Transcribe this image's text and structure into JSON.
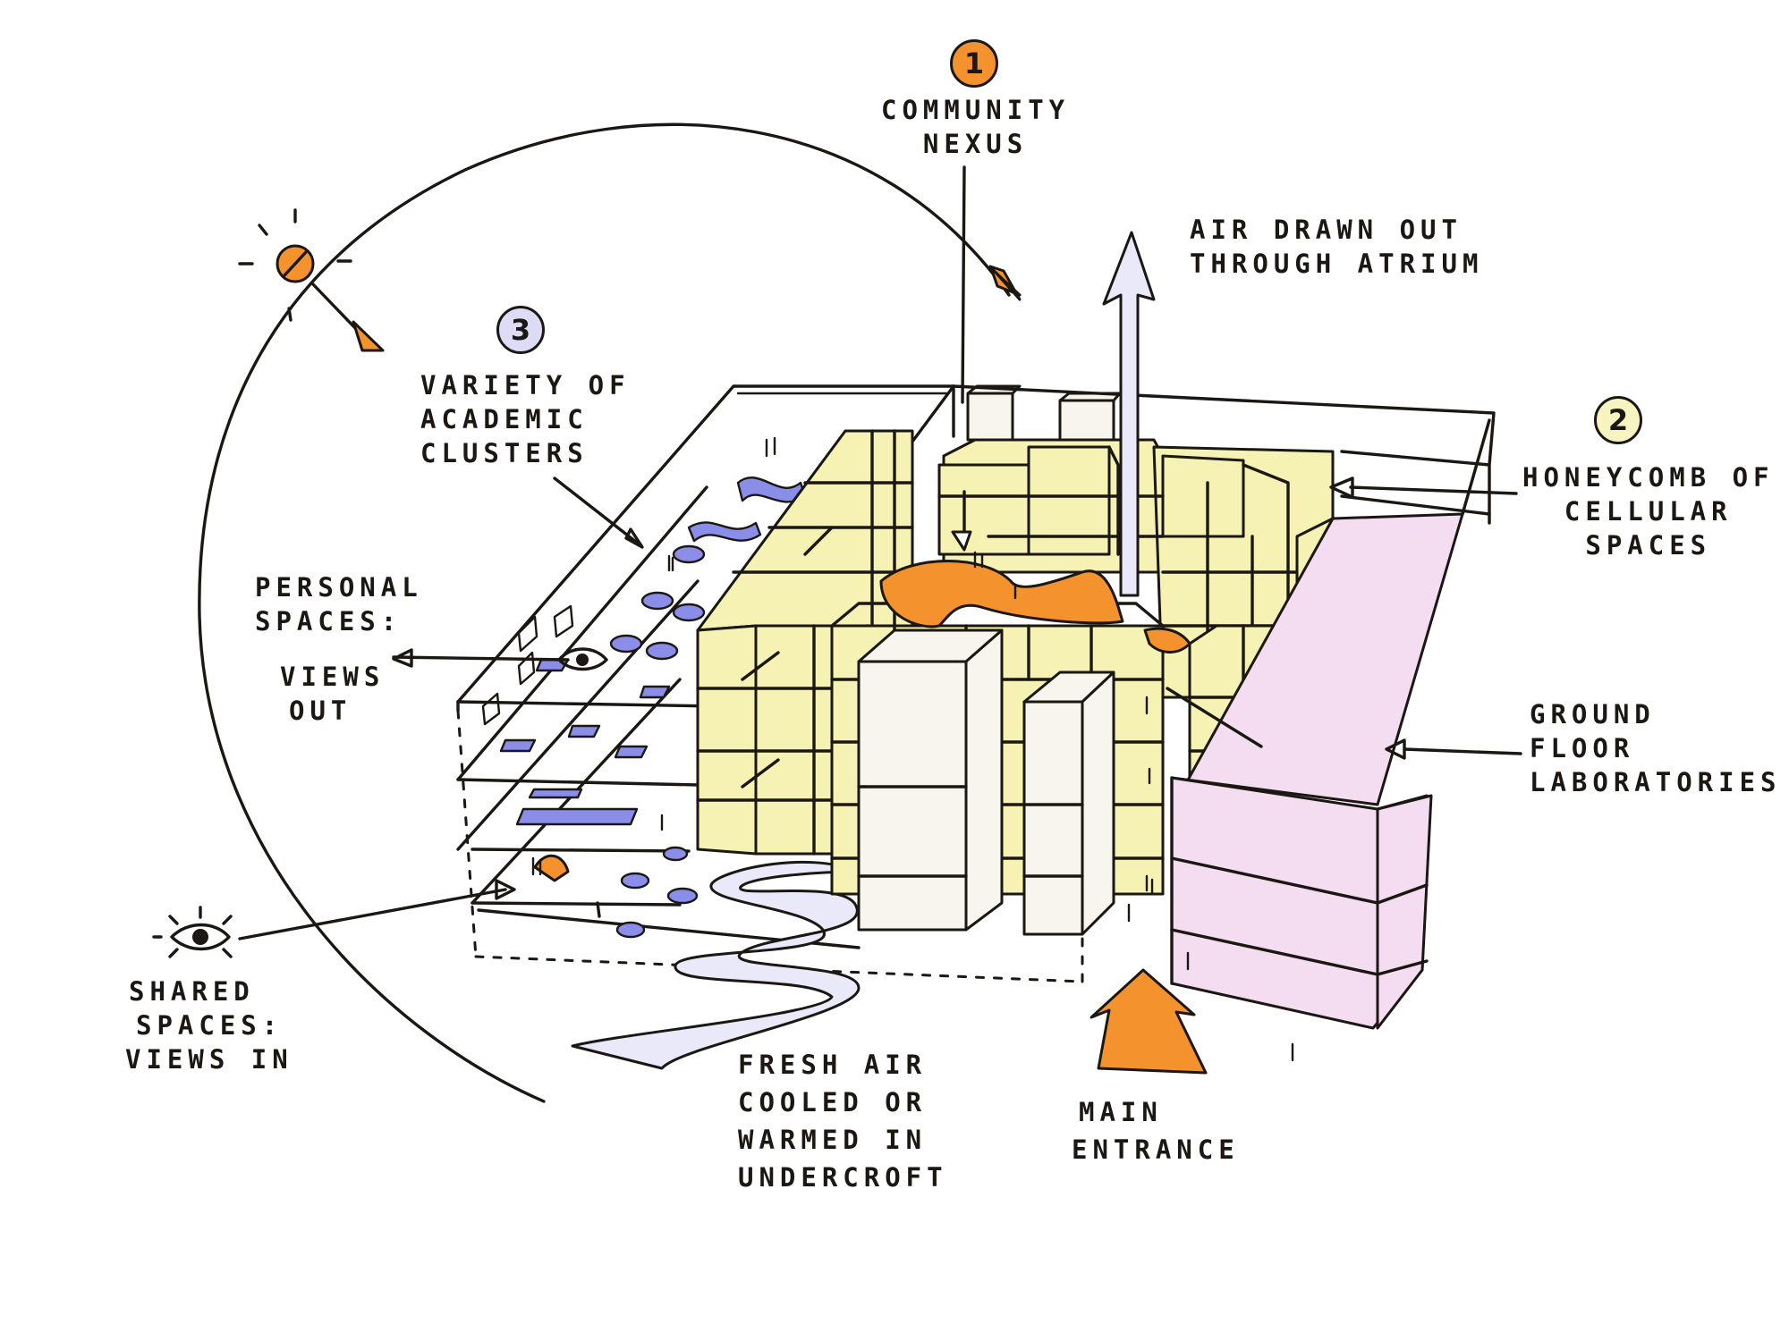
{
  "colors": {
    "ink": "#1b1712",
    "cells": "#f6f2b4",
    "laboratories": "#f4dcf1",
    "orange_accent": "#f4922e",
    "violet_accent": "#8b8ee8",
    "airflow": "#e9e9fa",
    "badge_1": "#f4922e",
    "badge_2": "#f8f4c2",
    "badge_3": "#dcdcf6"
  },
  "badges": {
    "one": "1",
    "two": "2",
    "three": "3"
  },
  "labels": {
    "community_nexus": [
      "COMMUNITY",
      "NEXUS"
    ],
    "air_drawn_out": [
      "AIR DRAWN OUT",
      "THROUGH ATRIUM"
    ],
    "academic_clusters": [
      "VARIETY OF",
      "ACADEMIC",
      "CLUSTERS"
    ],
    "honeycomb": [
      "HONEYCOMB OF",
      "CELLULAR",
      "SPACES"
    ],
    "personal_spaces": [
      "PERSONAL",
      "SPACES:",
      "VIEWS",
      "OUT"
    ],
    "ground_floor": [
      "GROUND",
      "FLOOR",
      "LABORATORIES"
    ],
    "shared_spaces": [
      "SHARED",
      "SPACES:",
      "VIEWS IN"
    ],
    "fresh_air": [
      "FRESH AIR",
      "COOLED OR",
      "WARMED IN",
      "UNDERCROFT"
    ],
    "main_entrance": [
      "MAIN",
      "ENTRANCE"
    ]
  },
  "icons": [
    "sun-icon",
    "eye-icon",
    "up-arrow-icon",
    "person-icon"
  ]
}
